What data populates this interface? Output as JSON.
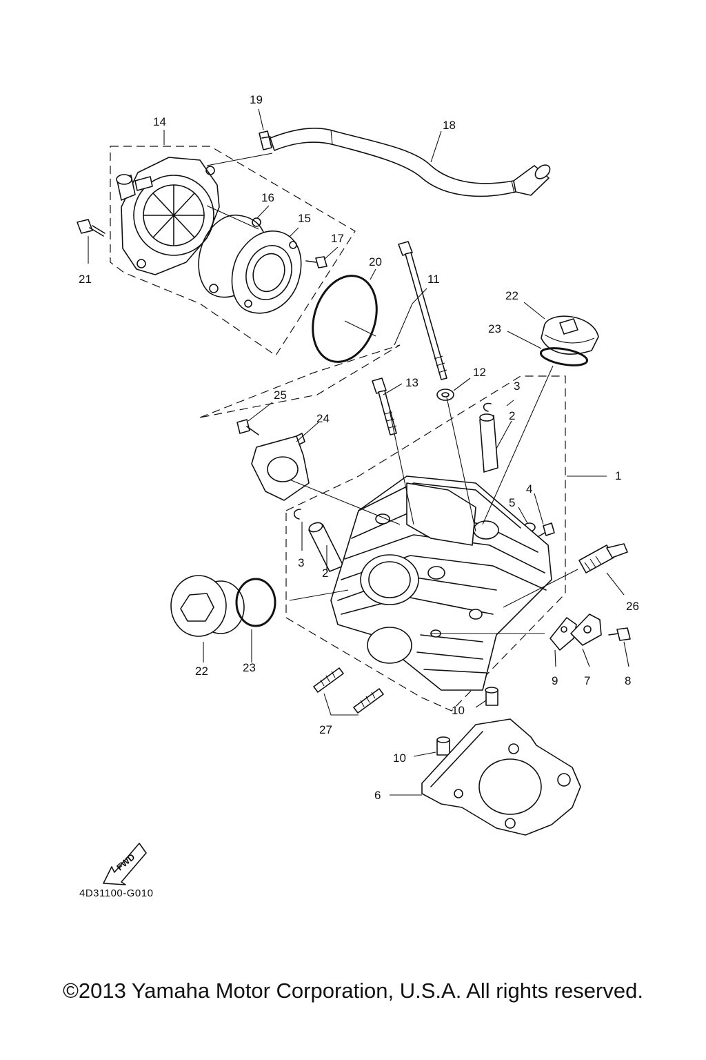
{
  "diagram": {
    "part_labels": [
      {
        "id": "p1",
        "text": "1"
      },
      {
        "id": "p2a",
        "text": "2"
      },
      {
        "id": "p2b",
        "text": "2"
      },
      {
        "id": "p3a",
        "text": "3"
      },
      {
        "id": "p3b",
        "text": "3"
      },
      {
        "id": "p4",
        "text": "4"
      },
      {
        "id": "p5",
        "text": "5"
      },
      {
        "id": "p6",
        "text": "6"
      },
      {
        "id": "p7",
        "text": "7"
      },
      {
        "id": "p8",
        "text": "8"
      },
      {
        "id": "p9",
        "text": "9"
      },
      {
        "id": "p10a",
        "text": "10"
      },
      {
        "id": "p10b",
        "text": "10"
      },
      {
        "id": "p11",
        "text": "11"
      },
      {
        "id": "p12",
        "text": "12"
      },
      {
        "id": "p13",
        "text": "13"
      },
      {
        "id": "p14",
        "text": "14"
      },
      {
        "id": "p15",
        "text": "15"
      },
      {
        "id": "p16",
        "text": "16"
      },
      {
        "id": "p17",
        "text": "17"
      },
      {
        "id": "p18",
        "text": "18"
      },
      {
        "id": "p19",
        "text": "19"
      },
      {
        "id": "p20",
        "text": "20"
      },
      {
        "id": "p21",
        "text": "21"
      },
      {
        "id": "p22a",
        "text": "22"
      },
      {
        "id": "p22b",
        "text": "22"
      },
      {
        "id": "p23a",
        "text": "23"
      },
      {
        "id": "p23b",
        "text": "23"
      },
      {
        "id": "p24",
        "text": "24"
      },
      {
        "id": "p25",
        "text": "25"
      },
      {
        "id": "p26",
        "text": "26"
      },
      {
        "id": "p27",
        "text": "27"
      }
    ],
    "fwd_label": "FWD",
    "diagram_code": "4D31100-G010"
  },
  "footer": {
    "copyright": "©2013 Yamaha Motor Corporation, U.S.A. All rights reserved."
  }
}
